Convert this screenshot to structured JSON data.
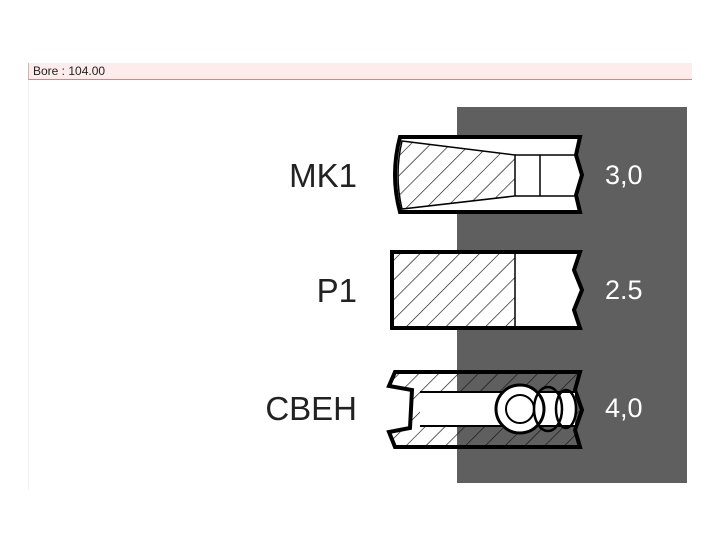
{
  "bore": {
    "text": "Bore : 104.00"
  },
  "rings": [
    {
      "name": "MK1",
      "value": "3,0"
    },
    {
      "name": "P1",
      "value": "2.5"
    },
    {
      "name": "CBEH",
      "value": "4,0"
    }
  ],
  "colors": {
    "panel": "#5f5f5f",
    "bar": "#fcecec"
  }
}
